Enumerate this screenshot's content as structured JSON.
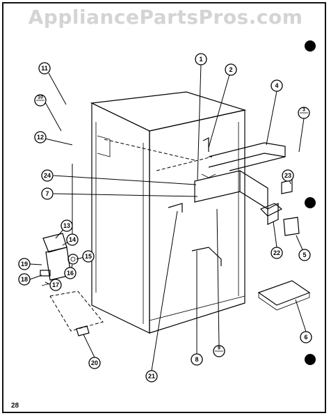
{
  "watermark": "AppliancePartsPros.com",
  "page_number": "28",
  "callouts": [
    {
      "id": "c1",
      "label": "1"
    },
    {
      "id": "c2",
      "label": "2"
    },
    {
      "id": "c4",
      "label": "4"
    },
    {
      "id": "c3",
      "label": "3",
      "fraction": true
    },
    {
      "id": "c23",
      "label": "23"
    },
    {
      "id": "c11",
      "label": "11"
    },
    {
      "id": "c10",
      "label": "10",
      "fraction": true
    },
    {
      "id": "c12",
      "label": "12"
    },
    {
      "id": "c24",
      "label": "24"
    },
    {
      "id": "c7",
      "label": "7"
    },
    {
      "id": "c22",
      "label": "22"
    },
    {
      "id": "c5",
      "label": "5"
    },
    {
      "id": "c13",
      "label": "13"
    },
    {
      "id": "c14",
      "label": "14"
    },
    {
      "id": "c15",
      "label": "15"
    },
    {
      "id": "c19",
      "label": "19"
    },
    {
      "id": "c16",
      "label": "16"
    },
    {
      "id": "c18",
      "label": "18"
    },
    {
      "id": "c17",
      "label": "17"
    },
    {
      "id": "c9",
      "label": "9",
      "fraction": true
    },
    {
      "id": "c6",
      "label": "6"
    },
    {
      "id": "c8",
      "label": "8"
    },
    {
      "id": "c20",
      "label": "20"
    },
    {
      "id": "c21",
      "label": "21"
    }
  ]
}
